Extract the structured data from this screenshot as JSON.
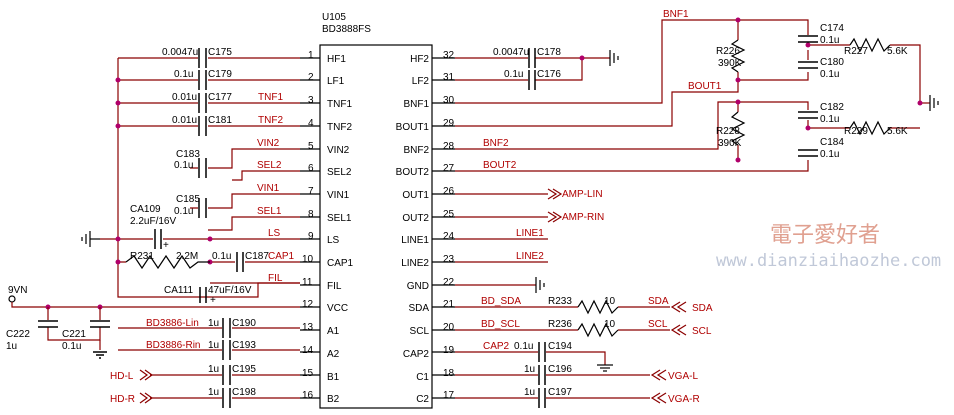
{
  "ic": {
    "ref": "U105",
    "part": "BD3888FS"
  },
  "left_pins": [
    {
      "num": "1",
      "name": "HF1"
    },
    {
      "num": "2",
      "name": "LF1"
    },
    {
      "num": "3",
      "name": "TNF1"
    },
    {
      "num": "4",
      "name": "TNF2"
    },
    {
      "num": "5",
      "name": "VIN2"
    },
    {
      "num": "6",
      "name": "SEL2"
    },
    {
      "num": "7",
      "name": "VIN1"
    },
    {
      "num": "8",
      "name": "SEL1"
    },
    {
      "num": "9",
      "name": "LS"
    },
    {
      "num": "10",
      "name": "CAP1"
    },
    {
      "num": "11",
      "name": "FIL"
    },
    {
      "num": "12",
      "name": "VCC"
    },
    {
      "num": "13",
      "name": "A1"
    },
    {
      "num": "14",
      "name": "A2"
    },
    {
      "num": "15",
      "name": "B1"
    },
    {
      "num": "16",
      "name": "B2"
    }
  ],
  "right_pins": [
    {
      "num": "32",
      "name": "HF2"
    },
    {
      "num": "31",
      "name": "LF2"
    },
    {
      "num": "30",
      "name": "BNF1"
    },
    {
      "num": "29",
      "name": "BOUT1"
    },
    {
      "num": "28",
      "name": "BNF2"
    },
    {
      "num": "27",
      "name": "BOUT2"
    },
    {
      "num": "26",
      "name": "OUT1"
    },
    {
      "num": "25",
      "name": "OUT2"
    },
    {
      "num": "24",
      "name": "LINE1"
    },
    {
      "num": "23",
      "name": "LINE2"
    },
    {
      "num": "22",
      "name": "GND"
    },
    {
      "num": "21",
      "name": "SDA"
    },
    {
      "num": "20",
      "name": "SCL"
    },
    {
      "num": "19",
      "name": "CAP2"
    },
    {
      "num": "18",
      "name": "C1"
    },
    {
      "num": "17",
      "name": "C2"
    }
  ],
  "left_caps": [
    {
      "value": "0.0047u",
      "ref": "C175"
    },
    {
      "value": "0.1u",
      "ref": "C179"
    },
    {
      "value": "0.01u",
      "ref": "C177"
    },
    {
      "value": "0.01u",
      "ref": "C181"
    }
  ],
  "left_nets": {
    "tnf1": "TNF1",
    "tnf2": "TNF2",
    "vin2": "VIN2",
    "sel2": "SEL2",
    "vin1": "VIN1",
    "sel1": "SEL1",
    "ls": "LS",
    "cap1": "CAP1",
    "fil": "FIL"
  },
  "c183": {
    "ref": "C183",
    "value": "0.1u"
  },
  "c185": {
    "ref": "C185",
    "value": "0.1u"
  },
  "ca109": {
    "ref": "CA109",
    "value": "2.2uF/16V"
  },
  "r231": {
    "ref": "R231",
    "value": "2.2M"
  },
  "c187": {
    "value": "0.1u",
    "ref": "C187"
  },
  "ca111": {
    "ref": "CA111",
    "value": "47uF/16V"
  },
  "supply": {
    "label": "9VN"
  },
  "c222": {
    "ref": "C222",
    "value": "1u"
  },
  "c221": {
    "ref": "C221",
    "value": "0.1u"
  },
  "bottom_left": [
    {
      "net": "BD3886-Lin",
      "value": "1u",
      "ref": "C190"
    },
    {
      "net": "BD3886-Rin",
      "value": "1u",
      "ref": "C193"
    },
    {
      "net": "HD-L",
      "value": "1u",
      "ref": "C195"
    },
    {
      "net": "HD-R",
      "value": "1u",
      "ref": "C198"
    }
  ],
  "right_caps": [
    {
      "value": "0.0047u",
      "ref": "C178"
    },
    {
      "value": "0.1u",
      "ref": "C176"
    }
  ],
  "right_nets": {
    "bnf2": "BNF2",
    "bout2": "BOUT2",
    "amp_lin": "AMP-LIN",
    "amp_rin": "AMP-RIN",
    "line1": "LINE1",
    "line2": "LINE2",
    "bd_sda": "BD_SDA",
    "bd_scl": "BD_SCL",
    "sda": "SDA",
    "scl": "SCL",
    "cap2": "CAP2",
    "vga_l": "VGA-L",
    "vga_r": "VGA-R"
  },
  "r233": {
    "ref": "R233",
    "value": "10"
  },
  "r236": {
    "ref": "R236",
    "value": "10"
  },
  "c194": {
    "value": "0.1u",
    "ref": "C194"
  },
  "c196": {
    "value": "1u",
    "ref": "C196"
  },
  "c197": {
    "value": "1u",
    "ref": "C197"
  },
  "bass_network": {
    "bnf1": "BNF1",
    "bout1": "BOUT1",
    "r226": {
      "ref": "R226",
      "value": "390K"
    },
    "r228": {
      "ref": "R228",
      "value": "390K"
    },
    "r227": {
      "ref": "R227",
      "value": "5.6K"
    },
    "r229": {
      "ref": "R229",
      "value": "5.6K"
    },
    "c174": {
      "ref": "C174",
      "value": "0.1u"
    },
    "c180": {
      "ref": "C180",
      "value": "0.1u"
    },
    "c182": {
      "ref": "C182",
      "value": "0.1u"
    },
    "c184": {
      "ref": "C184",
      "value": "0.1u"
    }
  },
  "watermark": {
    "cn": "電子愛好者",
    "url": "www.dianziaihaozhe.com"
  }
}
